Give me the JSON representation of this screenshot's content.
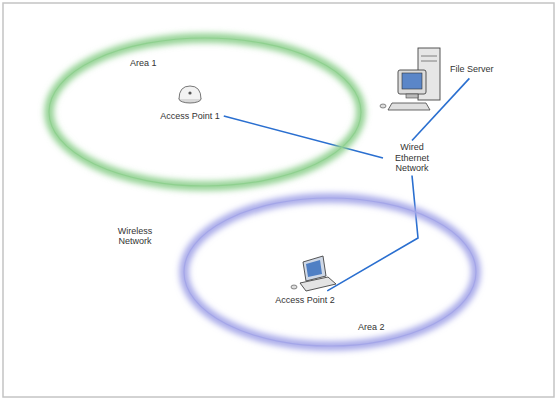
{
  "diagram": {
    "nodes": [
      {
        "text": [
          "Area 1"
        ]
      },
      {
        "text": [
          "Access Point 1"
        ],
        "in": 0
      },
      {
        "text": [
          "File Server"
        ]
      },
      {
        "text": [
          "Wired Ethernet Network"
        ]
      },
      {
        "text": [
          "Area 2"
        ]
      },
      {
        "text": [
          "Access Point 2"
        ],
        "in": 4
      }
    ],
    "edges": [
      {
        "from": 1,
        "to": 3,
        "arrow": "none"
      },
      {
        "from": 2,
        "to": 3,
        "arrow": "none"
      },
      {
        "from": 3,
        "to": 5,
        "arrow": "none"
      }
    ],
    "labels": [
      "Wireless Network"
    ]
  }
}
